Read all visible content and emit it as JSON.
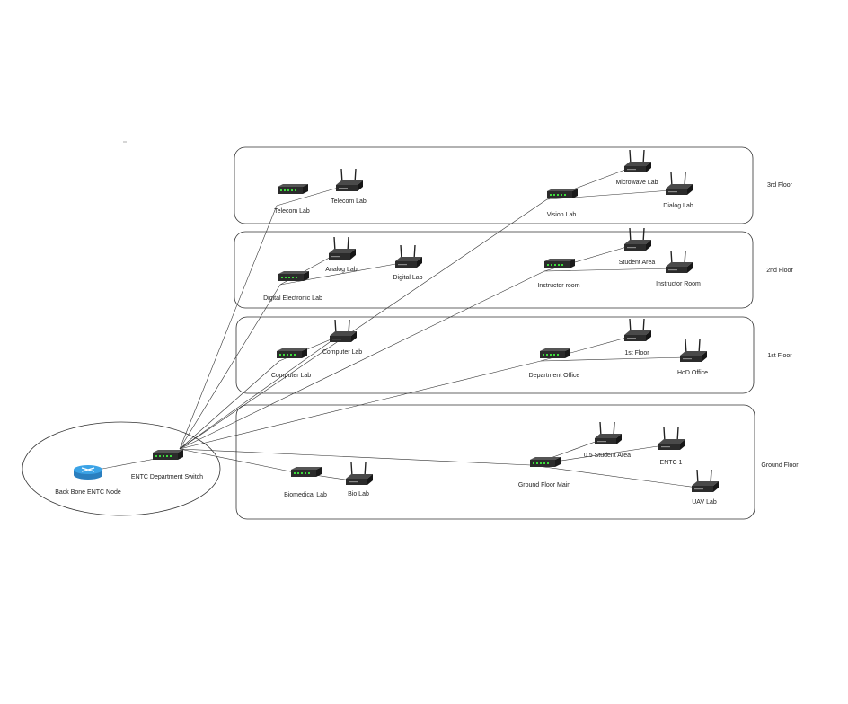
{
  "colors": {
    "device": "#2b2b2b",
    "router": "#3ba3e6",
    "line": "#333333",
    "led": "#3ddc3d"
  },
  "floors": [
    {
      "id": "f3",
      "label": "3rd Floor"
    },
    {
      "id": "f2",
      "label": "2nd Floor"
    },
    {
      "id": "f1",
      "label": "1st Floor"
    },
    {
      "id": "fg",
      "label": "Ground Floor"
    }
  ],
  "backbone": {
    "label": "Back Bone ENTC Node",
    "icon": "router-icon"
  },
  "devices": [
    {
      "id": "core",
      "label": "ENTC Department Switch",
      "kind": "switch"
    },
    {
      "id": "s3a",
      "label": "Telecom Lab",
      "kind": "switch"
    },
    {
      "id": "w3a",
      "label": "Telecom Lab",
      "kind": "wifi"
    },
    {
      "id": "s3b",
      "label": "Vision Lab",
      "kind": "switch"
    },
    {
      "id": "w3b",
      "label": "Microwave Lab",
      "kind": "wifi"
    },
    {
      "id": "w3c",
      "label": "Dialog Lab",
      "kind": "wifi"
    },
    {
      "id": "s2a",
      "label": "Digital Electronic Lab",
      "kind": "switch"
    },
    {
      "id": "w2a",
      "label": "Analog Lab",
      "kind": "wifi"
    },
    {
      "id": "w2b",
      "label": "Digital Lab",
      "kind": "wifi"
    },
    {
      "id": "s2b",
      "label": "Instructor room",
      "kind": "switch"
    },
    {
      "id": "w2c",
      "label": "Student Area",
      "kind": "wifi"
    },
    {
      "id": "w2d",
      "label": "Instructor Room",
      "kind": "wifi"
    },
    {
      "id": "s1a",
      "label": "Computer Lab",
      "kind": "switch"
    },
    {
      "id": "w1a",
      "label": "Computer Lab",
      "kind": "wifi"
    },
    {
      "id": "s1b",
      "label": "Department Office",
      "kind": "switch"
    },
    {
      "id": "w1b",
      "label": "1st Floor",
      "kind": "wifi"
    },
    {
      "id": "w1c",
      "label": "HoD Office",
      "kind": "wifi"
    },
    {
      "id": "sga",
      "label": "Biomedical Lab",
      "kind": "switch"
    },
    {
      "id": "wga",
      "label": "Bio Lab",
      "kind": "wifi"
    },
    {
      "id": "sgb",
      "label": "Ground Floor Main",
      "kind": "switch"
    },
    {
      "id": "wgb",
      "label": "0.5 Student Area",
      "kind": "wifi"
    },
    {
      "id": "wgc",
      "label": "ENTC 1",
      "kind": "wifi"
    },
    {
      "id": "wgd",
      "label": "UAV Lab",
      "kind": "wifi"
    }
  ],
  "links": [
    [
      "backbone",
      "core"
    ],
    [
      "core",
      "s3a"
    ],
    [
      "core",
      "s3b"
    ],
    [
      "core",
      "s2a"
    ],
    [
      "core",
      "s2b"
    ],
    [
      "core",
      "s1a"
    ],
    [
      "core",
      "s1b"
    ],
    [
      "core",
      "sga"
    ],
    [
      "core",
      "sgb"
    ],
    [
      "core",
      "w1a"
    ],
    [
      "s3a",
      "w3a"
    ],
    [
      "s3b",
      "w3b"
    ],
    [
      "s3b",
      "w3c"
    ],
    [
      "s2a",
      "w2a"
    ],
    [
      "s2a",
      "w2b"
    ],
    [
      "s2b",
      "w2c"
    ],
    [
      "s2b",
      "w2d"
    ],
    [
      "s1a",
      "w1a"
    ],
    [
      "s1b",
      "w1b"
    ],
    [
      "s1b",
      "w1c"
    ],
    [
      "sga",
      "wga"
    ],
    [
      "sgb",
      "wgb"
    ],
    [
      "sgb",
      "wgc"
    ],
    [
      "sgb",
      "wgd"
    ]
  ]
}
